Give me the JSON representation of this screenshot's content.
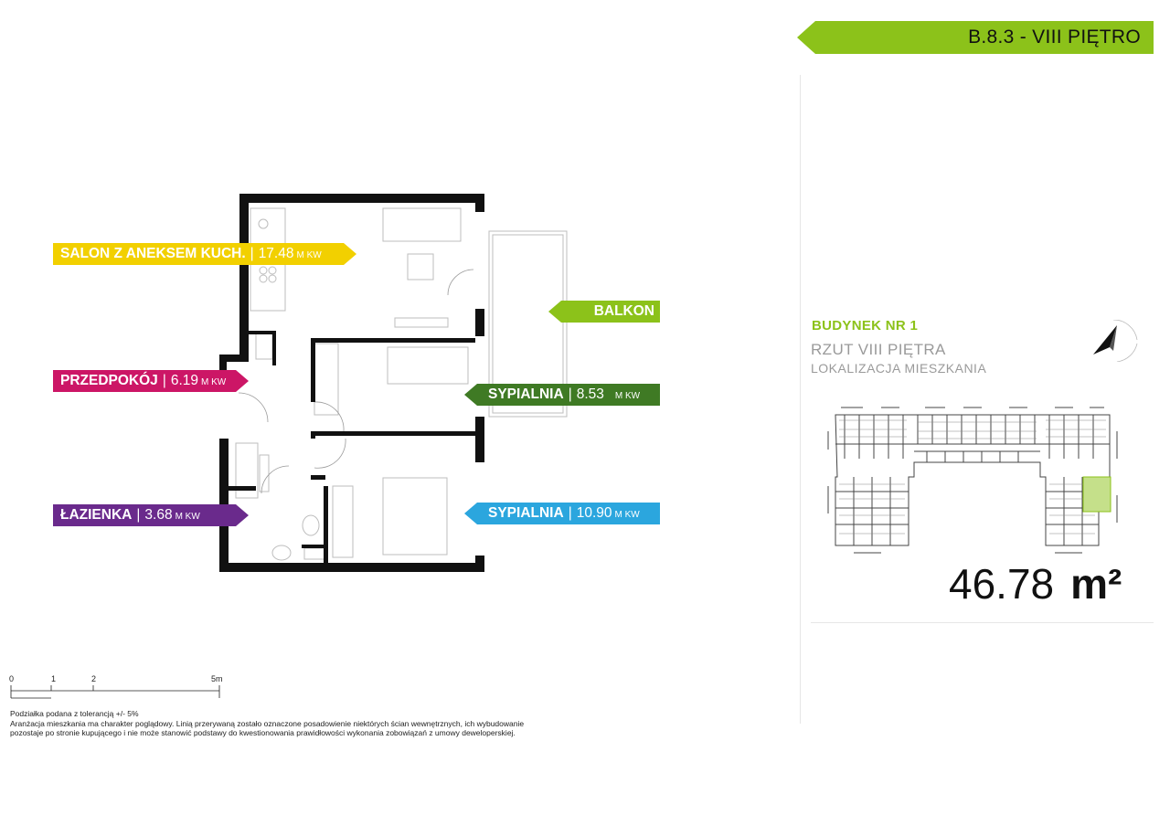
{
  "header": {
    "unit_label": "B.8.3 - VIII PIĘTRO",
    "accent_color": "#8cc21a"
  },
  "building": {
    "title": "BUDYNEK NR 1",
    "floor_plan_label": "RZUT VIII PIĘTRA",
    "location_label": "LOKALIZACJA MIESZKANIA"
  },
  "total_area": {
    "value": "46.78",
    "unit": "m²"
  },
  "rooms": [
    {
      "key": "salon",
      "name": "SALON Z ANEKSEM KUCH.",
      "area": "17.48",
      "unit": "M KW",
      "color": "#f2d000"
    },
    {
      "key": "przedpokoj",
      "name": "PRZEDPOKÓJ",
      "area": "6.19",
      "unit": "M KW",
      "color": "#cc1666"
    },
    {
      "key": "lazienka",
      "name": "ŁAZIENKA",
      "area": "3.68",
      "unit": "M KW",
      "color": "#6a2a8c"
    },
    {
      "key": "balkon",
      "name": "BALKON",
      "color": "#8cc21a"
    },
    {
      "key": "sypialnia1",
      "name": "SYPIALNIA",
      "area": "8.53",
      "unit": "M KW",
      "color": "#3f7a24"
    },
    {
      "key": "sypialnia2",
      "name": "SYPIALNIA",
      "area": "10.90",
      "unit": "M KW",
      "color": "#2ba6de"
    }
  ],
  "separator": "|",
  "scale": {
    "labels": [
      "0",
      "1",
      "2",
      "5m"
    ]
  },
  "notes": {
    "tolerance": "Podziałka podana z tolerancją +/- 5%",
    "disclaimer_line1": "Aranżacja mieszkania ma charakter poglądowy. Linią przerywaną zostało oznaczone posadowienie niektórych ścian wewnętrznych, ich wybudowanie",
    "disclaimer_line2": "pozostaje po stronie kupującego i nie może stanowić podstawy do kwestionowania prawidłowości wykonania zobowiązań z umowy deweloperskiej."
  },
  "icons": {
    "compass": "north-arrow-icon"
  }
}
